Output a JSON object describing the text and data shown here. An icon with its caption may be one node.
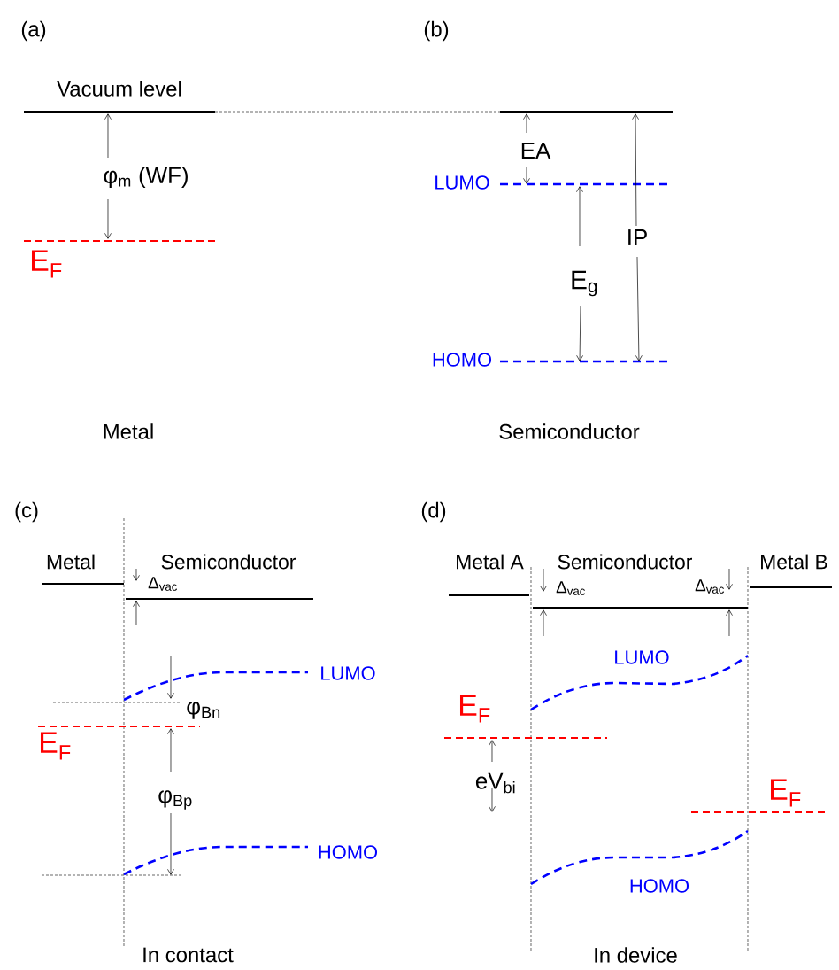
{
  "diagram": {
    "labels": [
      "(a)",
      "(b)",
      "Vacuum level",
      "φ$_{m}$ (WF)",
      "EA",
      "LUMO",
      "E$_{F}$",
      "IP",
      "E$_{g}$",
      "HOMO",
      "Metal",
      "Semiconductor",
      "(c)",
      "(d)",
      "Metal",
      "Semiconductor",
      "Δ$_{vac}$",
      "Metal A",
      "Semiconductor",
      "Metal B",
      "Δ$_{vac}$",
      "Δ$_{vac}$",
      "LUMO",
      "LUMO",
      "φ$_{Bn}$",
      "E$_{F}$",
      "E$_{F}$",
      "φ$_{Bp}$",
      "eV$_{bi}$",
      "E$_{F}$",
      "HOMO",
      "HOMO",
      "In contact",
      "In device"
    ]
  }
}
